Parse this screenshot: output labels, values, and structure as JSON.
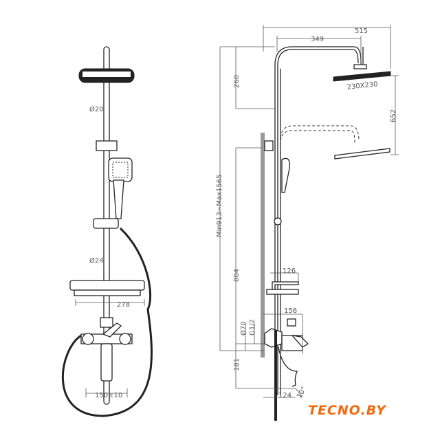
{
  "front_view": {
    "rail_diameter": "Ø20",
    "lower_rail_diameter": "Ø24",
    "shelf_width": "278",
    "mixer_spacing": "150±10"
  },
  "side_view": {
    "total_width": "515",
    "arm_reach": "349",
    "head_size": "230X230",
    "arm_height": "260",
    "head_height_adjust": "652",
    "height_range": "Min913~Max1565",
    "bracket_height": "804",
    "shelf_depth": "126",
    "mixer_depth": "156",
    "flange_diameter": "Ø70",
    "thread": "G1/2",
    "spout_height": "181",
    "spout_reach": "124",
    "spout_angle": "10°"
  },
  "logo": {
    "text": "TECNO.BY",
    "color": "#f26a10"
  }
}
